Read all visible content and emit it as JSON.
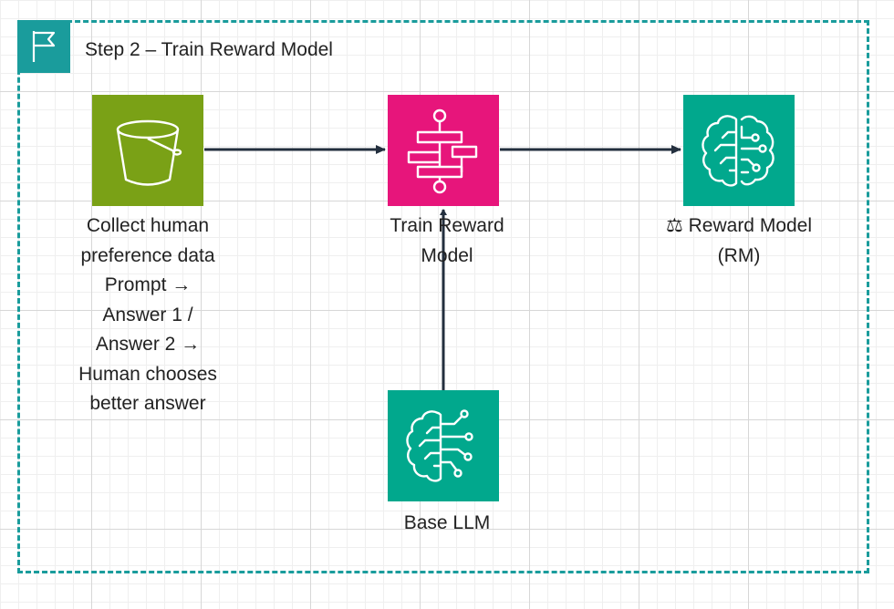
{
  "group": {
    "title": "Step 2 – Train Reward Model",
    "icon": "flag-icon",
    "border_color": "#1a9c9c"
  },
  "nodes": {
    "collect": {
      "icon": "bucket-icon",
      "color": "#7aa116",
      "label_lines": [
        "Collect human",
        "preference data",
        "Prompt →",
        "Answer 1 /",
        "Answer 2 →",
        "Human chooses",
        "better answer"
      ]
    },
    "train": {
      "icon": "step-functions-icon",
      "color": "#e7157b",
      "label_lines": [
        "Train Reward",
        "Model"
      ]
    },
    "reward_model": {
      "icon": "brain-circuit-icon",
      "color": "#01a88d",
      "label_lines": [
        "⚖ Reward Model",
        "(RM)"
      ]
    },
    "base_llm": {
      "icon": "brain-circuit-icon",
      "color": "#01a88d",
      "label_lines": [
        "Base LLM"
      ]
    }
  },
  "edges": [
    {
      "from": "collect",
      "to": "train"
    },
    {
      "from": "train",
      "to": "reward_model"
    },
    {
      "from": "base_llm",
      "to": "train"
    }
  ]
}
